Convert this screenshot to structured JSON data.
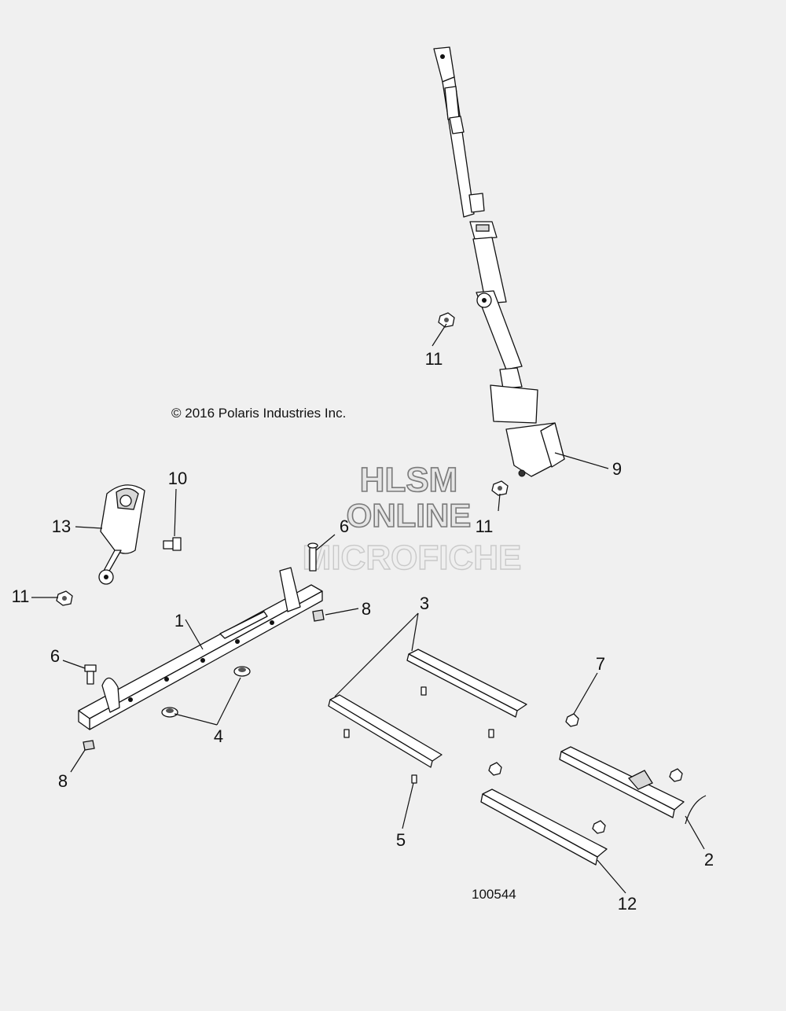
{
  "copyright": "© 2016 Polaris Industries Inc.",
  "drawing_number": "100544",
  "watermark": {
    "line1": "HLSM",
    "line2": "ONLINE",
    "line3": "MICROFICHE"
  },
  "callouts": {
    "c1": "1",
    "c2": "2",
    "c3": "3",
    "c4": "4",
    "c5": "5",
    "c6a": "6",
    "c6b": "6",
    "c7": "7",
    "c8a": "8",
    "c8b": "8",
    "c9": "9",
    "c10": "10",
    "c11a": "11",
    "c11b": "11",
    "c11c": "11",
    "c12": "12",
    "c13": "13"
  }
}
